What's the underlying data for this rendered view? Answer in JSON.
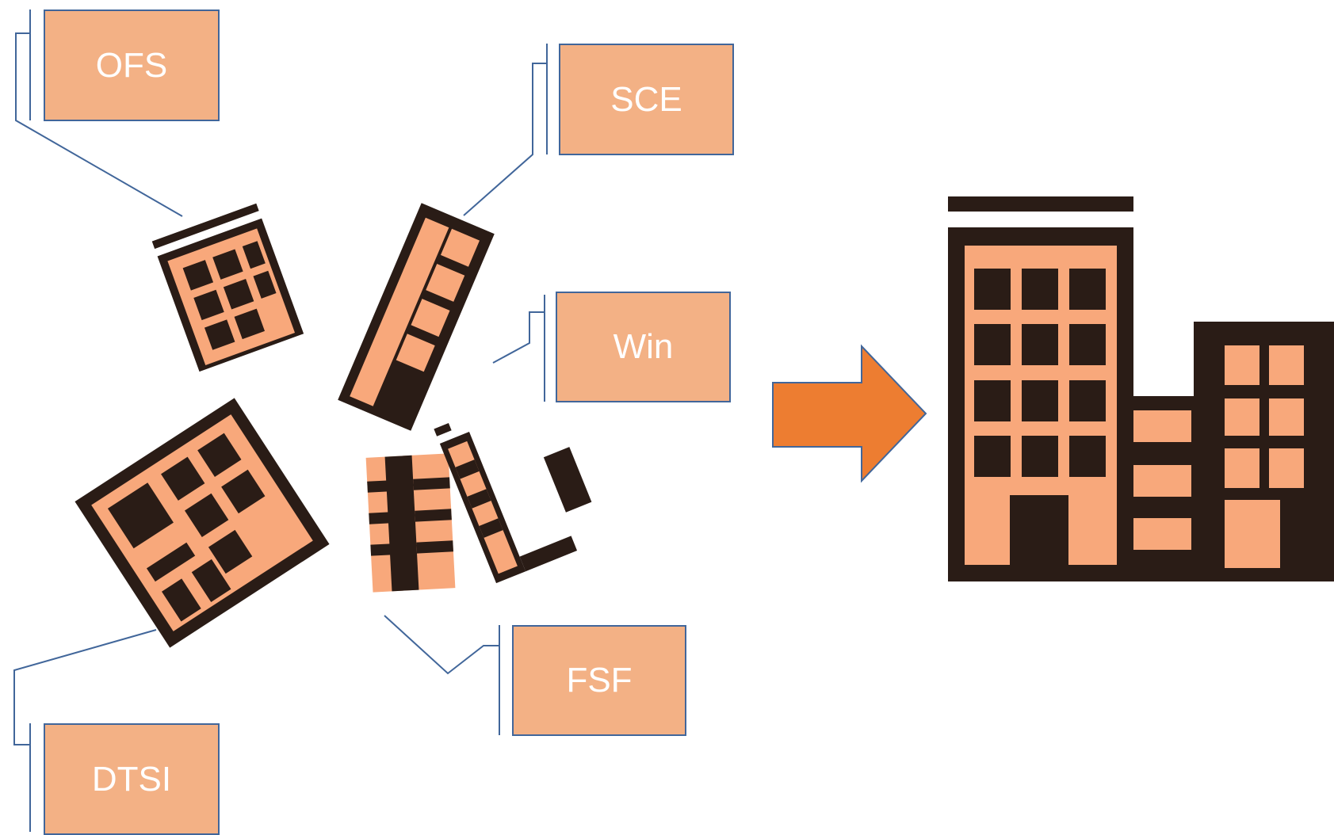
{
  "callouts": {
    "ofs": "OFS",
    "sce": "SCE",
    "win": "Win",
    "fsf": "FSF",
    "dtsi": "DTSI"
  },
  "colors": {
    "callout_fill": "#f3b185",
    "callout_border": "#41669a",
    "leader_line": "#41669a",
    "building_dark": "#2a1c16",
    "building_light": "#f8a87b",
    "arrow_fill": "#ed7d31"
  },
  "icons": {
    "fragments": "building-fragment-icon",
    "arrow": "right-arrow-icon",
    "result": "building-icon"
  }
}
